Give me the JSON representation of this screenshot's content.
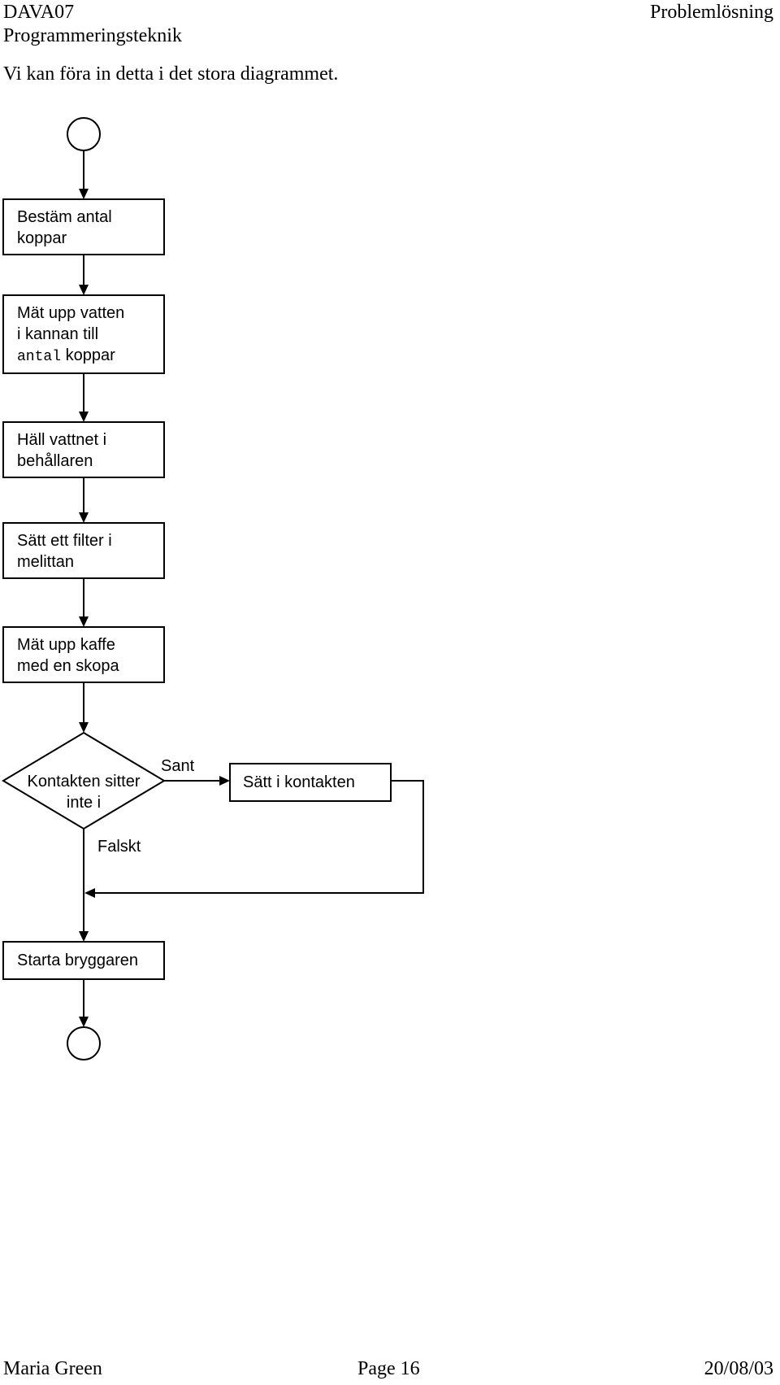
{
  "header": {
    "course_code": "DAVA07",
    "course_name": "Programmeringsteknik",
    "topic": "Problemlösning"
  },
  "intro_text": "Vi kan föra in detta i det stora diagrammet.",
  "flowchart": {
    "step1": {
      "line1": "Bestäm antal",
      "line2": "koppar"
    },
    "step2": {
      "line1": "Mät upp vatten",
      "line2": "i kannan till",
      "line3_code": "antal",
      "line3_rest": " koppar"
    },
    "step3": {
      "line1": "Häll vattnet i",
      "line2": "behållaren"
    },
    "step4": {
      "line1": "Sätt ett filter i",
      "line2": "melittan"
    },
    "step5": {
      "line1": "Mät upp kaffe",
      "line2": "med en skopa"
    },
    "decision": {
      "line1": "Kontakten sitter",
      "line2": "inte i"
    },
    "true_label": "Sant",
    "false_label": "Falskt",
    "true_action": "Sätt i kontakten",
    "step6": "Starta bryggaren"
  },
  "footer": {
    "author": "Maria Green",
    "page": "Page 16",
    "date": "20/08/03"
  }
}
